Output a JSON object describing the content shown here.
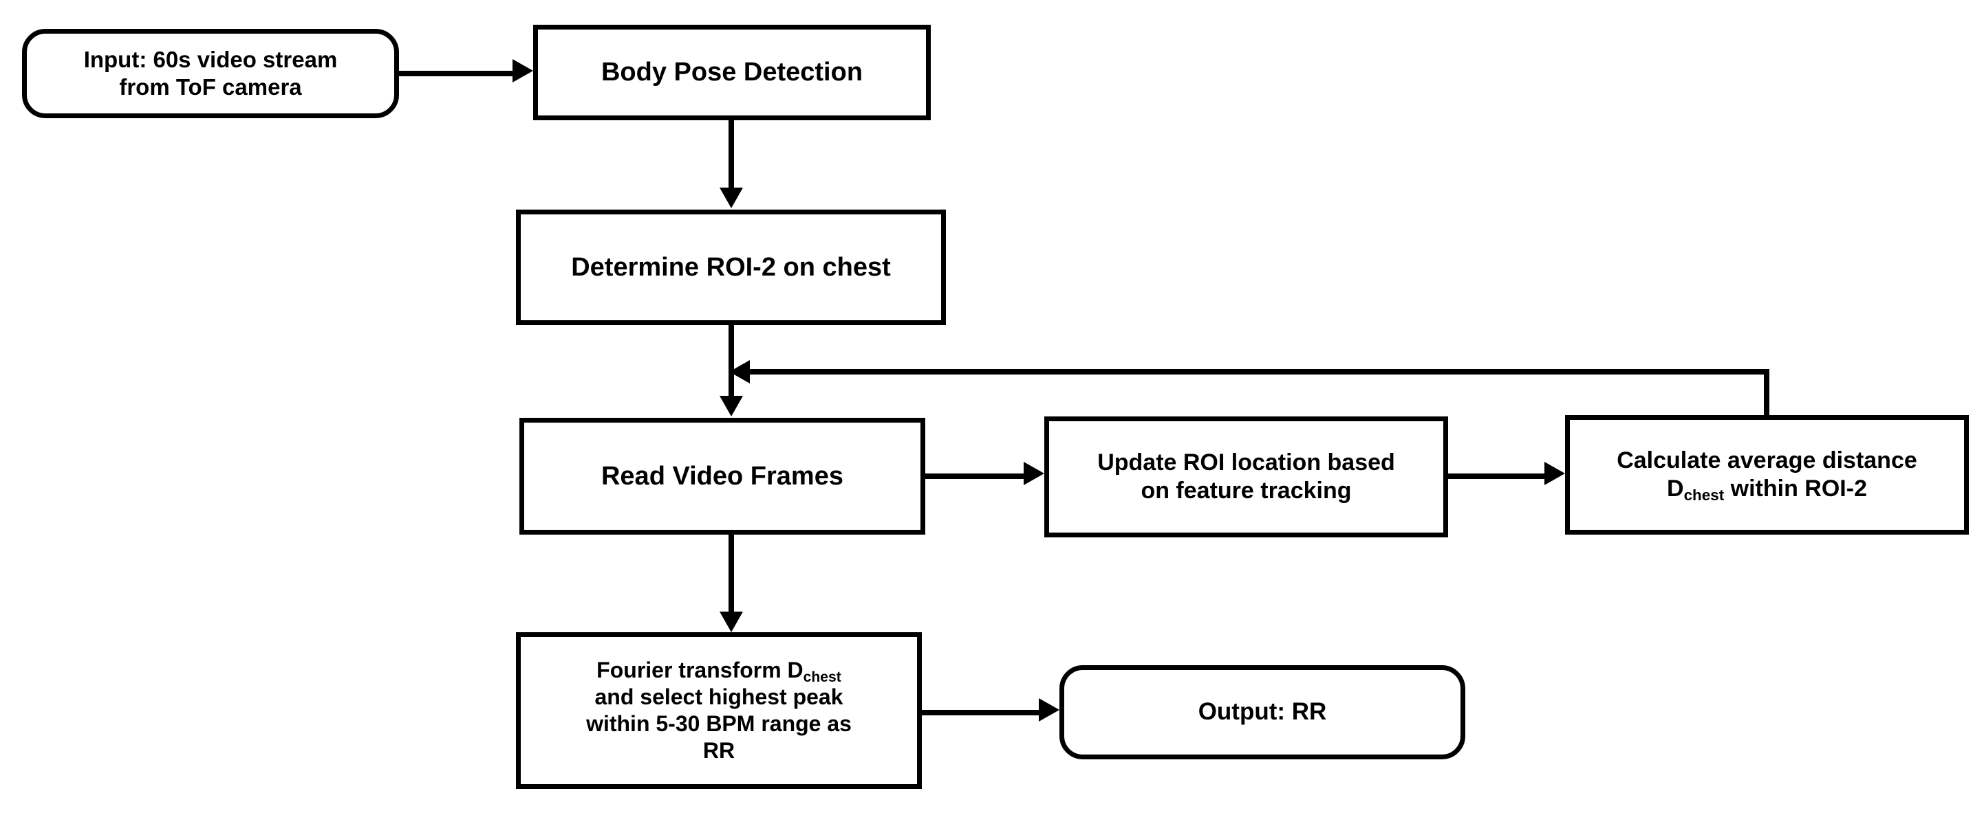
{
  "diagram": {
    "title": "Respiratory rate estimation pipeline flowchart",
    "background_color": "#ffffff",
    "stroke_color": "#000000",
    "nodes": {
      "input": {
        "label": "Input: 60s video stream\nfrom ToF camera",
        "shape": "rounded-rectangle"
      },
      "pose": {
        "label": "Body Pose Detection",
        "shape": "rectangle"
      },
      "roi": {
        "label": "Determine ROI-2 on chest",
        "shape": "rectangle"
      },
      "read": {
        "label": "Read Video Frames",
        "shape": "rectangle"
      },
      "update": {
        "label": "Update ROI location based\non feature tracking",
        "shape": "rectangle"
      },
      "calc": {
        "label_before": "Calculate average distance\nD",
        "label_sub": "chest",
        "label_after": " within ROI-2",
        "shape": "rectangle"
      },
      "fourier": {
        "label_before": "Fourier transform D",
        "label_sub": "chest",
        "label_after": "\nand select highest peak\nwithin 5-30 BPM range as\nRR",
        "shape": "rectangle"
      },
      "output": {
        "label": "Output: RR",
        "shape": "rounded-rectangle"
      }
    },
    "edges": [
      {
        "from": "input",
        "to": "pose",
        "direction": "right"
      },
      {
        "from": "pose",
        "to": "roi",
        "direction": "down"
      },
      {
        "from": "roi",
        "to": "read",
        "direction": "down"
      },
      {
        "from": "read",
        "to": "update",
        "direction": "right"
      },
      {
        "from": "update",
        "to": "calc",
        "direction": "right"
      },
      {
        "from": "calc",
        "to": "read",
        "direction": "feedback-loop"
      },
      {
        "from": "read",
        "to": "fourier",
        "direction": "down"
      },
      {
        "from": "fourier",
        "to": "output",
        "direction": "right"
      }
    ]
  }
}
